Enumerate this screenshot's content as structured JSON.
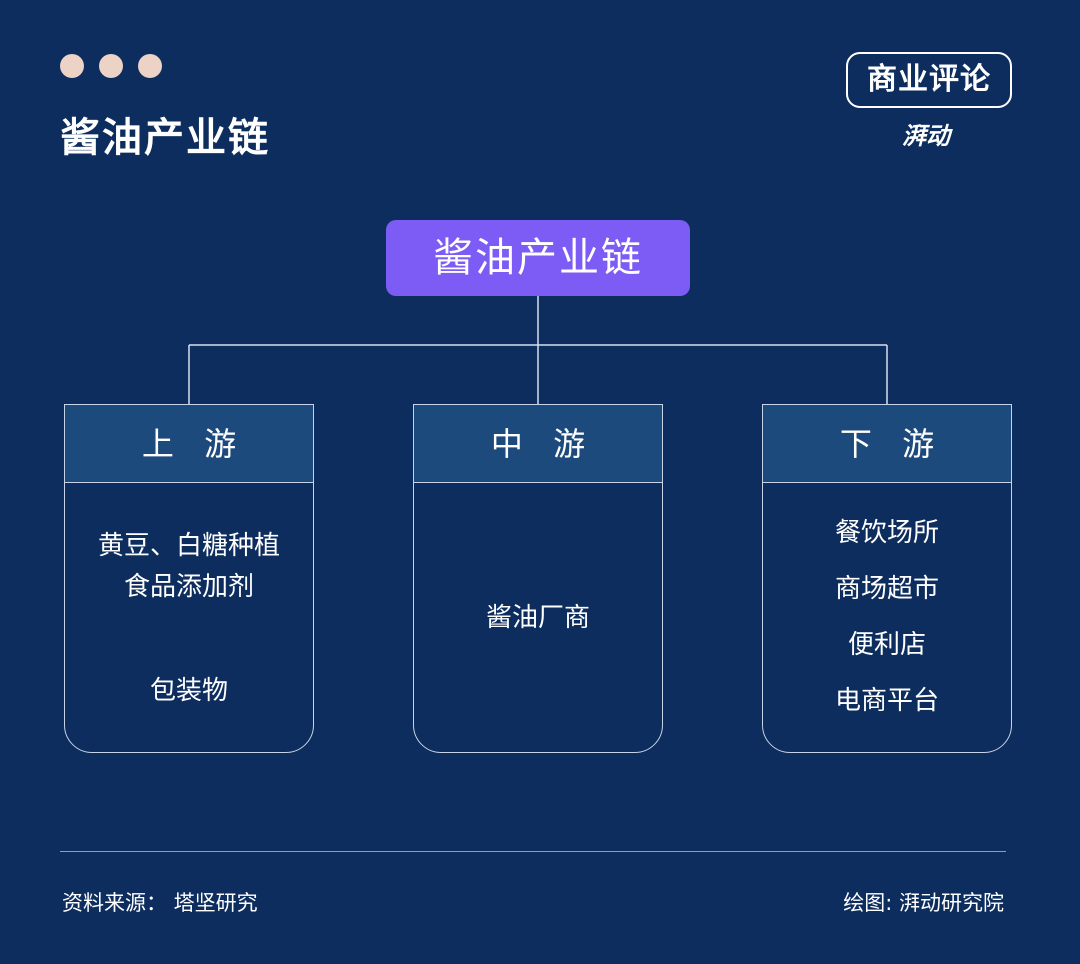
{
  "page": {
    "title": "酱油产业链"
  },
  "logo": {
    "main": "商业评论",
    "sub": "湃动"
  },
  "root": {
    "label": "酱油产业链"
  },
  "columns": [
    {
      "header": "上 游",
      "items": [
        "黄豆、白糖种植",
        "食品添加剂",
        "包装物"
      ]
    },
    {
      "header": "中 游",
      "items": [
        "酱油厂商"
      ]
    },
    {
      "header": "下 游",
      "items": [
        "餐饮场所",
        "商场超市",
        "便利店",
        "电商平台"
      ]
    }
  ],
  "footer": {
    "source": "资料来源：  塔坚研究",
    "credit": "绘图: 湃动研究院"
  },
  "colors": {
    "background": "#0d2d5e",
    "root_fill": "#7c5cf5",
    "header_fill": "#1d4a7d",
    "dots": "#ecd3c6"
  }
}
